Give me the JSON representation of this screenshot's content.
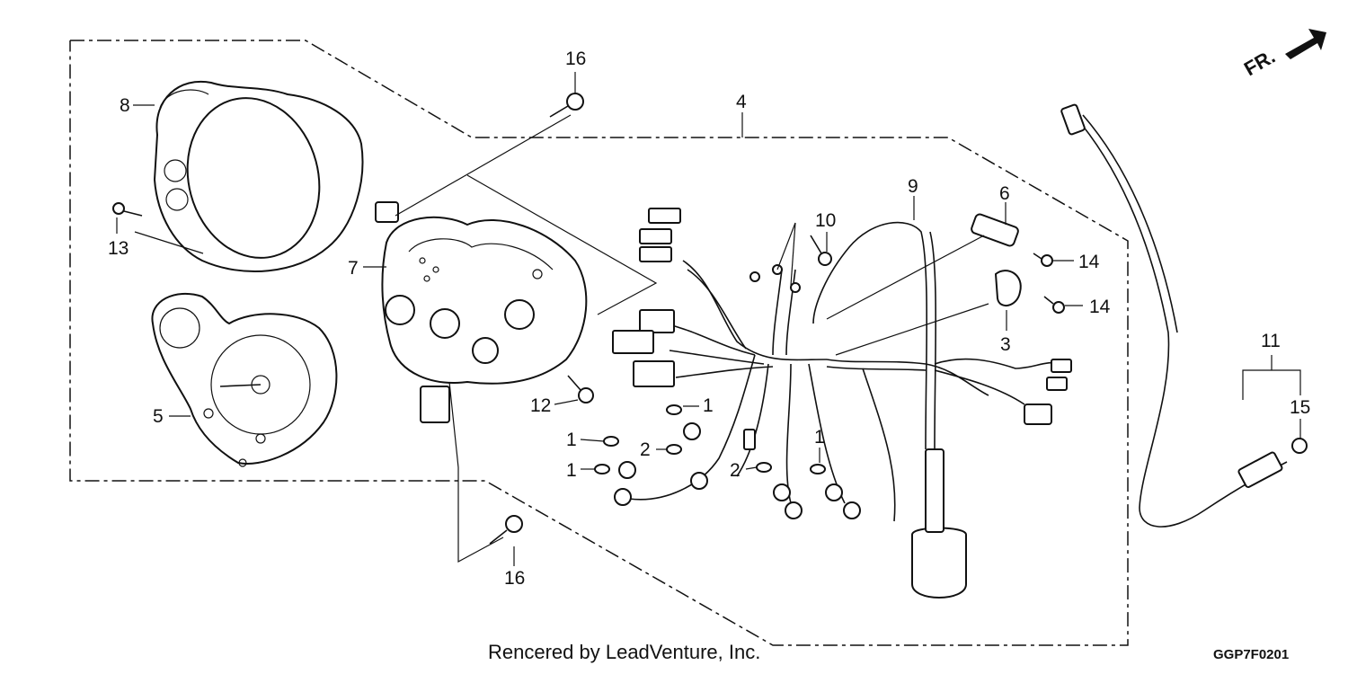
{
  "direction_label": "FR.",
  "footer_text": "Rencered by LeadVenture, Inc.",
  "diagram_code": "GGP7F0201",
  "callouts": {
    "c16a": "16",
    "c4": "4",
    "c8": "8",
    "c13": "13",
    "c7": "7",
    "c9": "9",
    "c6": "6",
    "c10": "10",
    "c14a": "14",
    "c14b": "14",
    "c3": "3",
    "c5": "5",
    "c12": "12",
    "c1a": "1",
    "c1b": "1",
    "c1c": "1",
    "c1d": "1",
    "c2a": "2",
    "c2b": "2",
    "c11": "11",
    "c15": "15",
    "c16b": "16"
  }
}
